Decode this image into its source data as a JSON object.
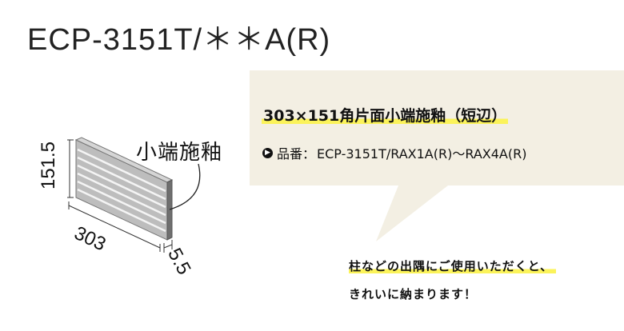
{
  "title": "ECP-3151T/＊＊A(R)",
  "heading": "303×151角片面小端施釉（短辺）",
  "product": {
    "bullet_icon": "circle-arrow-right-icon",
    "label": "品番：",
    "code": "ECP-3151T/RAX1A(R)〜RAX4A(R)"
  },
  "diagram": {
    "edge_label": "小端施釉",
    "dim_height": "151.5",
    "dim_width": "303",
    "dim_thickness": "5.5"
  },
  "note": {
    "line1": "柱などの出隅にご使用いただくと、",
    "line2": "きれいに納まります！"
  },
  "colors": {
    "bubble": "#f3efe3",
    "highlight": "#fbf35a",
    "tile_face": "#b9b9b9",
    "tile_edge": "#6f6f6f"
  }
}
